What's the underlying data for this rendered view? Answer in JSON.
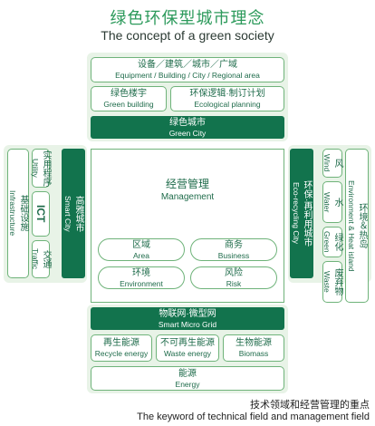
{
  "title": {
    "zh": "绿色环保型城市理念",
    "en": "The concept of a green society"
  },
  "top": {
    "equipment": {
      "zh": "设备／建筑／城市／广域",
      "en": "Equipment / Building / City / Regional area"
    },
    "green_building": {
      "zh": "绿色楼宇",
      "en": "Green building"
    },
    "ecological_planning": {
      "zh": "环保逻辑·制订计划",
      "en": "Ecological planning"
    },
    "green_city": {
      "zh": "绿色城市",
      "en": "Green City"
    }
  },
  "left": {
    "infrastructure": {
      "zh": "基础设施",
      "en": "Infrastructure"
    },
    "utility": {
      "zh": "实用程序",
      "en": "Utility"
    },
    "ict": {
      "text": "ICT"
    },
    "traffic": {
      "zh": "交通",
      "en": "Traffic"
    },
    "smart_city": {
      "zh": "高雅城市",
      "en": "Smart City"
    }
  },
  "center": {
    "management": {
      "zh": "经营管理",
      "en": "Management"
    },
    "area": {
      "zh": "区域",
      "en": "Area"
    },
    "business": {
      "zh": "商务",
      "en": "Business"
    },
    "environment": {
      "zh": "环境",
      "en": "Environment"
    },
    "risk": {
      "zh": "风险",
      "en": "Risk"
    }
  },
  "right": {
    "eco_recycling": {
      "zh": "环保·再利用城市",
      "en": "Eco-recycling City"
    },
    "wind": {
      "zh": "风",
      "en": "Wind"
    },
    "water": {
      "zh": "水",
      "en": "Water"
    },
    "green": {
      "zh": "绿化",
      "en": "Green"
    },
    "waste": {
      "zh": "废弃物",
      "en": "Waste"
    },
    "env_heat": {
      "zh": "环境＆热岛",
      "en": "Environment & Heat island"
    }
  },
  "bottom": {
    "smart_micro_grid": {
      "zh": "物联网·微型网",
      "en": "Smart Micro Grid"
    },
    "recycle_energy": {
      "zh": "再生能源",
      "en": "Recycle energy"
    },
    "waste_energy": {
      "zh": "不可再生能源",
      "en": "Waste energy"
    },
    "biomass": {
      "zh": "生物能源",
      "en": "Biomass"
    },
    "energy": {
      "zh": "能源",
      "en": "Energy"
    }
  },
  "footer": {
    "zh": "技术领域和经营管理的重点",
    "en": "The keyword of technical field and management field"
  },
  "colors": {
    "dark_green": "#12734d",
    "panel": "#e8f3e7",
    "border": "#6fb37a",
    "title": "#2c9a5b"
  }
}
